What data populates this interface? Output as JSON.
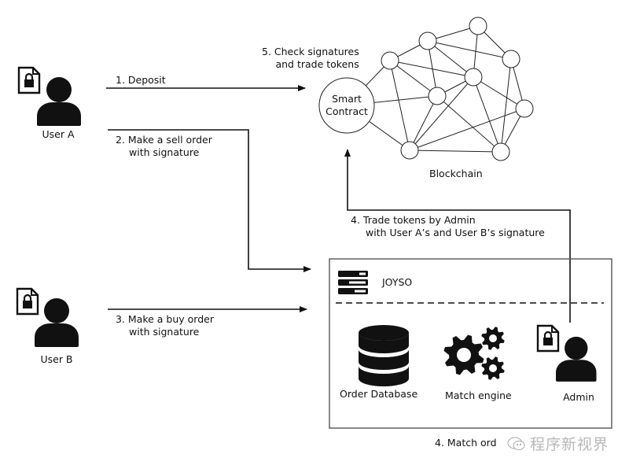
{
  "actors": {
    "user_a": "User A",
    "user_b": "User B",
    "admin": "Admin"
  },
  "steps": {
    "deposit": "1. Deposit",
    "sell_order": [
      "2. Make a sell order",
      "with signature"
    ],
    "buy_order": [
      "3. Make a buy order",
      "with signature"
    ],
    "trade_by_admin": [
      "4. Trade tokens by Admin",
      "with User A’s and User B’s signature"
    ],
    "match_orders": "4. Match ord",
    "check_signatures": [
      "5. Check signatures",
      "and trade tokens"
    ]
  },
  "blockchain": {
    "smart_contract": [
      "Smart",
      "Contract"
    ],
    "label": "Blockchain"
  },
  "joyso": {
    "title": "JOYSO",
    "components": {
      "order_database": "Order Database",
      "match_engine": "Match engine"
    }
  },
  "icons": {
    "user": "user-silhouette-icon",
    "locked_document": "locked-document-icon",
    "server": "server-stack-icon",
    "database": "database-icon",
    "gears": "gears-icon"
  },
  "watermark": {
    "text": "程序新视界",
    "icon": "wechat-icon"
  }
}
